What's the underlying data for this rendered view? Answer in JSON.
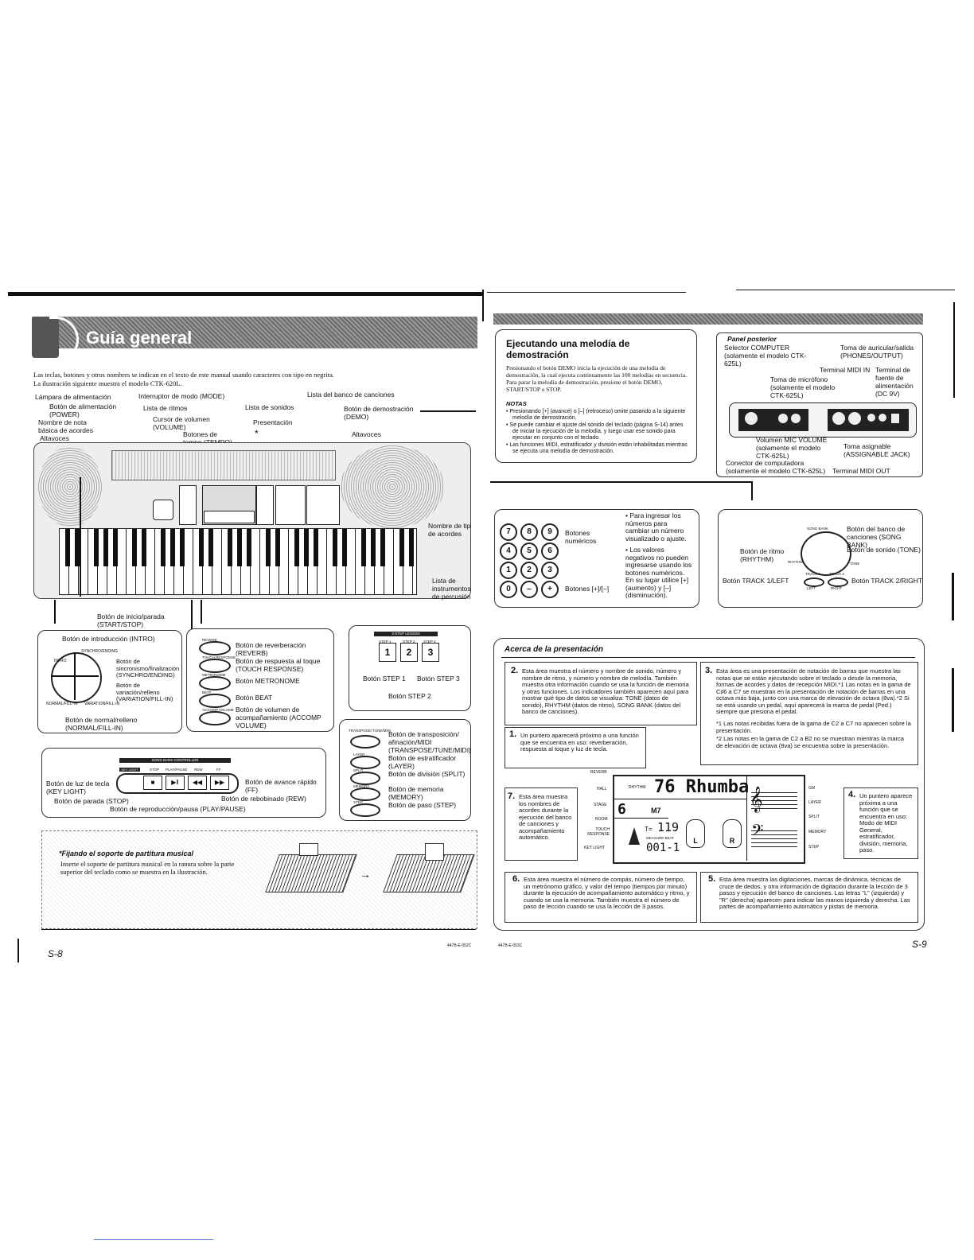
{
  "left": {
    "title": "Guía general",
    "intro1": "Las teclas, botones y otros nombres se indican en el texto de este manual usando caracteres con tipo en negrita.",
    "intro2": "La ilustración siguiente muestra el modelo CTK-620L.",
    "labels": {
      "lampara": "Lámpara de alimentación",
      "power": "Botón de alimentación (POWER)",
      "nombre_nota": "Nombre de nota básica de acordes",
      "altavoces_l": "Altavoces",
      "mode": "Interruptor de modo (MODE)",
      "ritmos": "Lista de ritmos",
      "volumen": "Cursor de volumen (VOLUME)",
      "tempo": "Botones de tempo (TEMPO)",
      "sonidos": "Lista de sonidos",
      "presentacion": "Presentación",
      "asterisk": "*",
      "banco": "Lista del banco de canciones",
      "demo": "Botón de demostración (DEMO)",
      "altavoces_r": "Altavoces",
      "nombre_tip": "Nombre de tip de acordes",
      "percusion": "Lista de instrumentos de percusión",
      "start_stop": "Botón de inicio/parada (START/STOP)"
    },
    "intro_box": {
      "intro": "Botón de introducción (INTRO)",
      "intro_key": "INTRO",
      "synchro_key": "SYNCHRO/ENDING",
      "normal_key": "NORMAL/FILL-IN",
      "variation_key": "VARIATION/FILL-IN",
      "synchro": "Botón de sincronismo/finalización (SYNCHRO/ENDING)",
      "variation": "Botón de variación/relleno (VARIATION/FILL-IN)",
      "normal": "Botón de normal/relleno (NORMAL/FILL-IN)"
    },
    "reverb_box": {
      "reverb": "Botón de reverberación (REVERB)",
      "touch": "Botón de respuesta al toque (TOUCH RESPONSE)",
      "metronome": "Botón METRONOME",
      "beat": "Botón BEAT",
      "accomp": "Botón de volumen de acompañamiento (ACCOMP VOLUME)",
      "k_reverb": "REVERB",
      "k_touch": "TOUCH RESPONSE",
      "k_metro": "METRONOME",
      "k_beat": "BEAT",
      "k_accomp": "ACCOMP VOLUME"
    },
    "step_box": {
      "header": "3-STEP LESSON",
      "k1": "STEP 1",
      "k2": "STEP 2",
      "k3": "STEP 3",
      "n1": "1",
      "n2": "2",
      "n3": "3",
      "step1": "Botón STEP 1",
      "step3": "Botón STEP 3",
      "step2": "Botón STEP 2"
    },
    "transpose_box": {
      "transpose": "Botón de transposición/ afinación/MIDI (TRANSPOSE/TUNE/MIDI)",
      "layer": "Botón de estratificador (LAYER)",
      "split": "Botón de división (SPLIT)",
      "memory": "Botón de memoria (MEMORY)",
      "step": "Botón de paso (STEP)",
      "k_transpose": "TRANSPOSE/ TUNE/MIDI",
      "k_layer": "LAYER",
      "k_split": "SPLIT",
      "k_memory": "MEMORY",
      "k_step": "STEP"
    },
    "song_bank_box": {
      "header": "SONG BANK CONTROLLER",
      "k_keylight": "KEY LIGHT",
      "k_stop": "STOP",
      "k_play": "PLAY/PAUSE",
      "k_rew": "REW",
      "k_ff": "FF",
      "keylight": "Botón de luz de tecla (KEY LIGHT)",
      "stop": "Botón de parada (STOP)",
      "play": "Botón de reproducción/pausa (PLAY/PAUSE)",
      "ff": "Botón de avance rápido (FF)",
      "rew": "Botón de rebobinado (REW)"
    },
    "stand": {
      "title": "*Fijando el soporte de partitura musical",
      "text": "Inserte el soporte de partitura musical en la ranura sobre la parte superior del teclado como se muestra en la ilustración."
    },
    "page_no": "S-8",
    "code": "447B-E-052C"
  },
  "right": {
    "demo": {
      "title": "Ejecutando una melodía de demostración",
      "text": "Presionando el botón DEMO inicia la ejecución de una melodía de demostración, la cual ejecuta continuamente las 100 melodías en secuencia. Para parar la melodía de demostración, presione el botón DEMO, START/STOP o STOP.",
      "notes_title": "NOTAS",
      "notes": [
        "Presionando [+] (avance) o [–] (retroceso) omite pasando a la siguiente melodía de demostración.",
        "Se puede cambiar el ajuste del sonido del teclado (página S-14) antes de iniciar la ejecución de la melodía, y luego usar ese sonido para ejecutar en conjunto con el teclado.",
        "Las funciones MIDI, estratificador y división están inhabilitadas mientras se ejecuta una melodía de demostración."
      ]
    },
    "panel": {
      "title": "Panel posterior",
      "computer": "Selector COMPUTER (solamente el modelo CTK-625L)",
      "phones": "Toma de auricular/salida (PHONES/OUTPUT)",
      "midi_in": "Terminal MIDI IN",
      "dc": "Terminal de fuente de alimentación (DC 9V)",
      "mic": "Toma de micrófono (solamente el modelo CTK-625L)",
      "mic_vol": "Volumen MIC VOLUME (solamente el modelo CTK-625L)",
      "assignable": "Toma asignable (ASSIGNABLE JACK)",
      "conector": "Conector de computadora (solamente el modelo CTK-625L)",
      "midi_out": "Terminal MIDI OUT"
    },
    "numeric": {
      "keys": [
        "7",
        "8",
        "9",
        "4",
        "5",
        "6",
        "1",
        "2",
        "3",
        "0",
        "–",
        "+"
      ],
      "numericos": "Botones numéricos",
      "plusminus": "Botones [+]/[–]",
      "bullet1": "Para ingresar los números para cambiar un número visualizado o ajuste.",
      "bullet2": "Los valores negativos no pueden ingresarse usando los botones numéricos. En su lugar utilice [+] (aumento) y [–] (disminución)."
    },
    "songbank": {
      "k_songbank": "SONG BANK",
      "k_rhythm": "RHYTHM",
      "k_tone": "TONE",
      "k_track1": "TRACK 1",
      "k_track2": "TRACK 2",
      "k_left": "LEFT",
      "k_right": "RIGHT",
      "songbank": "Botón del banco de canciones (SONG BANK)",
      "tone": "Botón de sonido (TONE)",
      "rhythm": "Botón de ritmo (RHYTHM)",
      "track1": "Botón TRACK 1/LEFT",
      "track2": "Botón TRACK 2/RIGHT"
    },
    "display": {
      "title": "Acerca de la presentación",
      "n2": "2.",
      "t2": "Esta área muestra el número y nombre de sonido, número y nombre de ritmo, y número y nombre de melodía. También muestra otra información cuando se usa la función de memoria y otras funciones. Los indicadores también aparecen aquí para mostrar qué tipo de datos se visualiza: TONE (datos de sonido), RHYTHM (datos de ritmo), SONG BANK (datos del banco de canciones).",
      "n3": "3.",
      "t3": "Esta área es una presentación de notación de barras que muestra las notas que se están ejecutando sobre el teclado o desde la memoria, formas de acordes y datos de recepción MIDI.*1 Las notas en la gama de C♯6 a C7 se muestran en la presentación de notación de barras en una octava más baja, junto con una marca de elevación de octava (8va).*2 Si se está usando un pedal, aquí aparecerá la marca de pedal (Ped.) siempre que presiona el pedal.",
      "f1": "*1 Las notas recibidas fuera de la gama de C2 a C7 no aparecen sobre la presentación.",
      "f2": "*2 Las notas en la gama de C2 a B2 no se muestran mientras la marca de elevación de octava (8va) se encuentra sobre la presentación.",
      "n1": "1.",
      "t1": "Un puntero aparecerá próximo a una función que se encuentra en uso: reverberación, respuesta al toque y luz de tecla.",
      "n7": "7.",
      "t7": "Esta área muestra los nombres de acordes durante la ejecución del banco de canciones y acompañamiento automático.",
      "n4": "4.",
      "t4": "Un puntero aparece próxima a una función que se encuentra en uso: Modo de MIDI General, estratificador, división, memoria, paso.",
      "n6": "6.",
      "t6": "Esta área muestra el número de compás, número de tiempo, un metrónomo gráfico, y valor del tempo (tiempos por minuto) durante la ejecución de acompañamiento automático y ritmo, y cuando se usa la memoria. También muestra el número de paso de lección cuando se usa la lección de 3 pasos.",
      "n5": "5.",
      "t5": "Esta área muestra las digitaciones, marcas de dinámica, técnicas de cruce de dedos, y otra información de digitación durante la lección de 3 pasos y ejecución del banco de canciones. Las letras \"L\" (izquierda) y \"R\" (derecha) aparecen para indicar las manos izquierda y derecha. Las partes de acompañamiento automático y pistas de memoria.",
      "lcd_main": "76 Rhumba",
      "lcd_chord": "M7",
      "lcd_num": "6",
      "lcd_tempo_label": "T=",
      "lcd_tempo": "119",
      "lcd_measure": "MEASURE BEAT",
      "lcd_measure_val": "001-1",
      "lcd_rhythm": "RHYTHM",
      "hand_l": "L",
      "hand_r": "R",
      "ind_reverb": "REVERB",
      "ind_hall": "HALL",
      "ind_stage": "STAGE",
      "ind_room": "ROOM",
      "ind_touch": "TOUCH RESPONSE",
      "ind_keylight": "KEY LIGHT",
      "ind_gm": "GM",
      "ind_layer": "LAYER",
      "ind_split": "SPLIT",
      "ind_memory": "MEMORY",
      "ind_step": "STEP"
    },
    "code": "447B-E-053C",
    "page_no": "S-9"
  }
}
